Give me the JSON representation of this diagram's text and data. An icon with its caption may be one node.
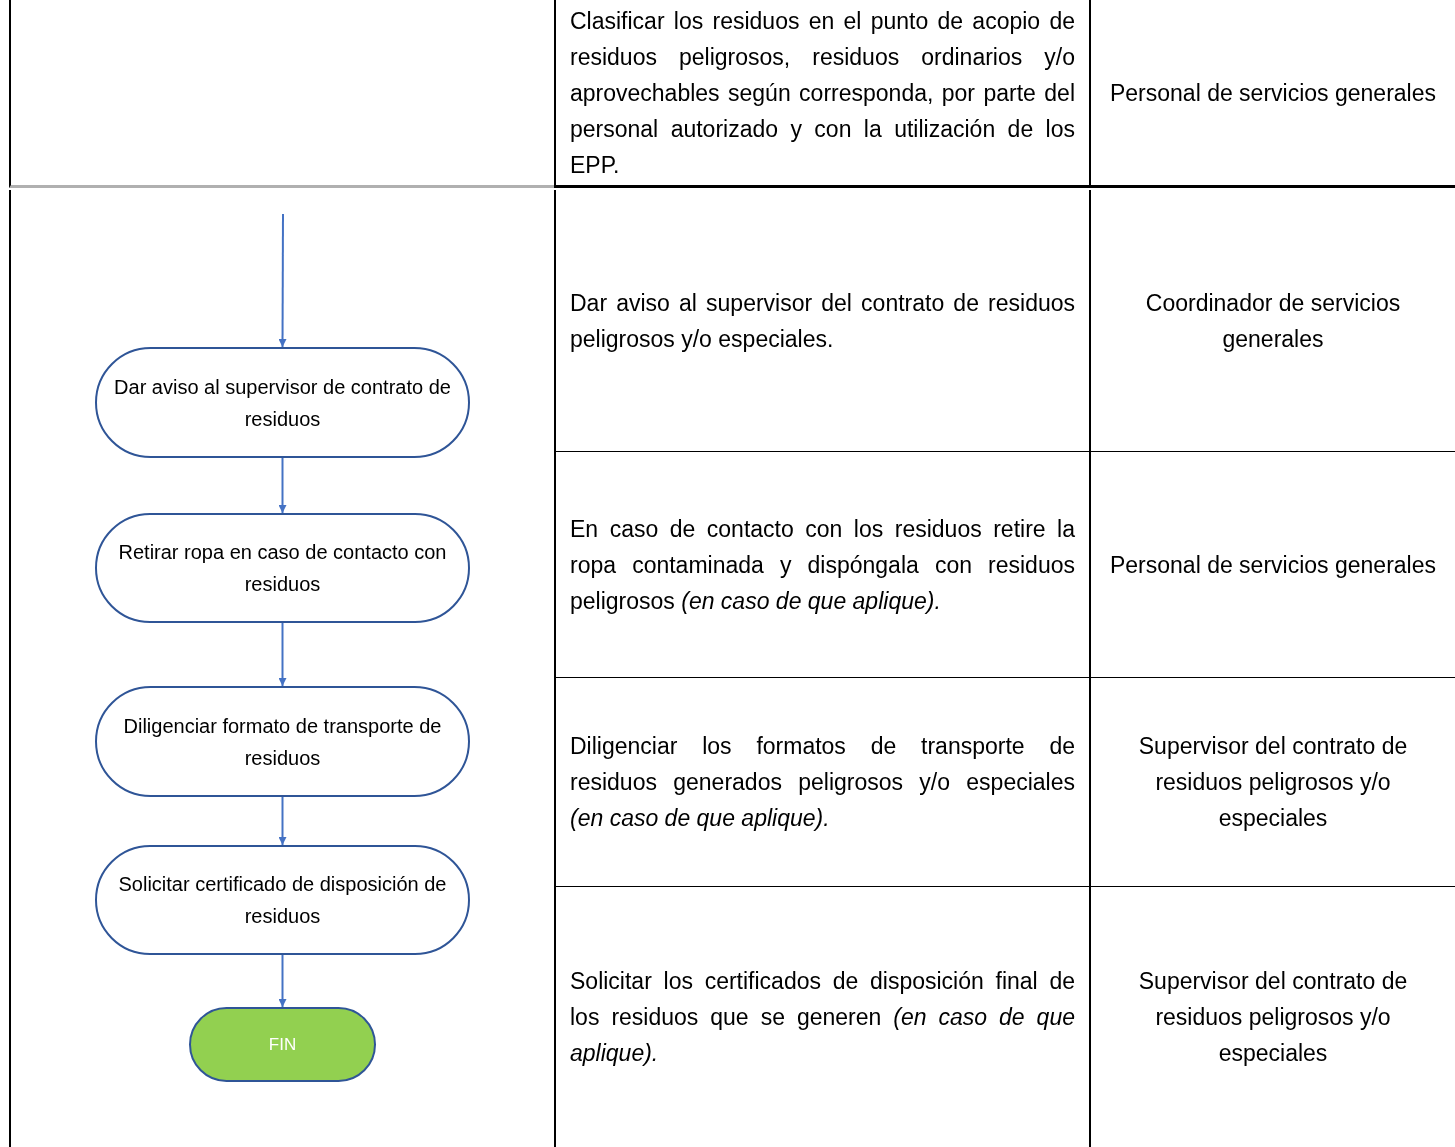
{
  "diagram": {
    "nodes": [
      {
        "text": [
          "Dar aviso al supervisor de contrato de residuos"
        ]
      },
      {
        "text": [
          "Retirar ropa en caso de contacto con residuos"
        ]
      },
      {
        "text": [
          "Diligenciar formato de transporte de residuos"
        ]
      },
      {
        "text": [
          "Solicitar certificado de disposición de residuos"
        ]
      },
      {
        "text": [
          "FIN"
        ]
      }
    ],
    "edges": [
      {
        "from": null,
        "to": 0,
        "arrow": "to"
      },
      {
        "from": 0,
        "to": 1,
        "arrow": "to"
      },
      {
        "from": 1,
        "to": 2,
        "arrow": "to"
      },
      {
        "from": 2,
        "to": 3,
        "arrow": "to"
      },
      {
        "from": 3,
        "to": 4,
        "arrow": "to"
      }
    ],
    "labels": [
      "Clasificar los residuos en el punto de acopio de residuos peligrosos, residuos ordinarios y/o aprovechables según corresponda, por parte del personal autorizado y con la utilización de los EPP.",
      "Personal de servicios generales",
      "Dar aviso al supervisor del contrato de residuos peligrosos y/o especiales.",
      "Coordinador de servicios generales",
      "En caso de contacto con los residuos retire la ropa contaminada y dispóngala con residuos peligrosos *(en caso de que aplique).*",
      "Personal de servicios generales",
      "Diligenciar los formatos de transporte de residuos generados peligrosos y/o especiales *(en caso de que aplique).*",
      "Supervisor del contrato de residuos peligrosos y/o especiales",
      "Solicitar los certificados de disposición final de los residuos que se generen *(en caso de que aplique).*",
      "Supervisor del contrato de residuos peligrosos y/o especiales"
    ]
  }
}
